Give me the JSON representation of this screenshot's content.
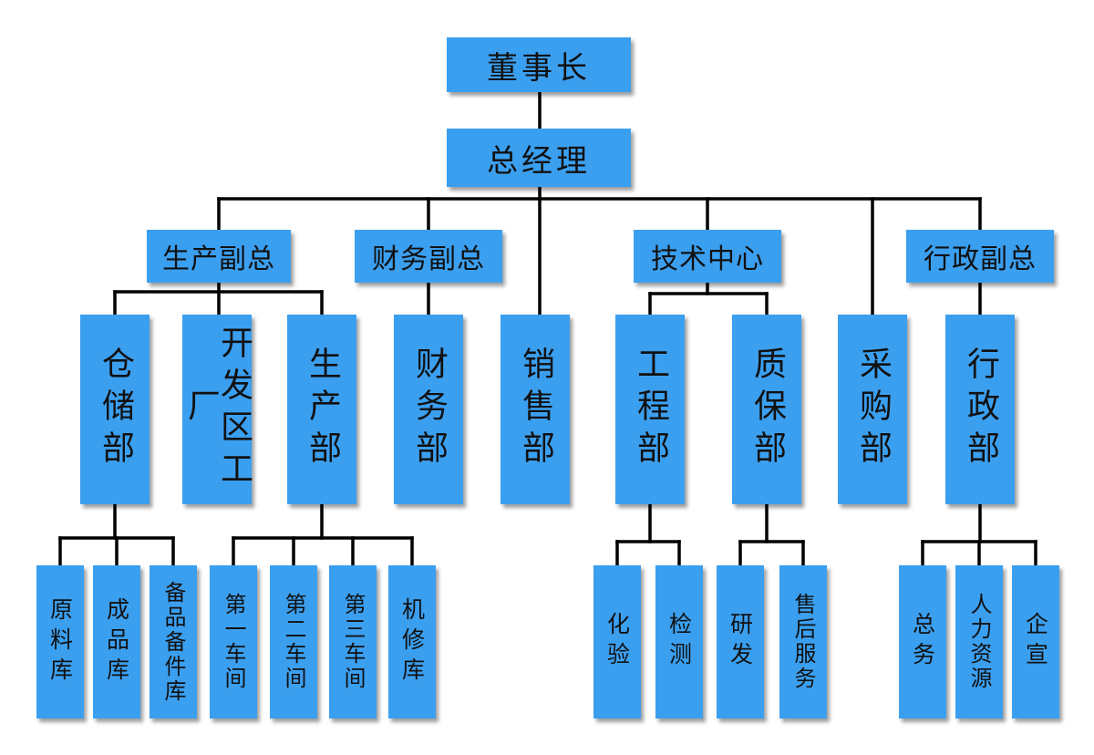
{
  "top": {
    "chairman": "董事长",
    "gm": "总经理"
  },
  "level2": [
    {
      "id": "production_vp",
      "label": "生产副总"
    },
    {
      "id": "finance_vp",
      "label": "财务副总"
    },
    {
      "id": "tech_center",
      "label": "技术中心"
    },
    {
      "id": "admin_vp",
      "label": "行政副总"
    }
  ],
  "departments": [
    {
      "id": "warehouse",
      "label": "仓储部"
    },
    {
      "id": "dev_zone_factory",
      "label": "开发区工厂"
    },
    {
      "id": "production",
      "label": "生产部"
    },
    {
      "id": "finance",
      "label": "财务部"
    },
    {
      "id": "sales",
      "label": "销售部"
    },
    {
      "id": "engineering",
      "label": "工程部"
    },
    {
      "id": "quality",
      "label": "质保部"
    },
    {
      "id": "purchasing",
      "label": "采购部"
    },
    {
      "id": "administration",
      "label": "行政部"
    }
  ],
  "sub_units": [
    {
      "id": "raw_materials",
      "label": "原料库"
    },
    {
      "id": "finished_goods",
      "label": "成品库"
    },
    {
      "id": "spare_parts",
      "label": "备品备件库"
    },
    {
      "id": "workshop_1",
      "label": "第一车间"
    },
    {
      "id": "workshop_2",
      "label": "第二车间"
    },
    {
      "id": "workshop_3",
      "label": "第三车间"
    },
    {
      "id": "machine_repair",
      "label": "机修库"
    },
    {
      "id": "lab",
      "label": "化验"
    },
    {
      "id": "inspection",
      "label": "检测"
    },
    {
      "id": "rnd",
      "label": "研发"
    },
    {
      "id": "after_sales",
      "label": "售后服务"
    },
    {
      "id": "general_affairs",
      "label": "总务"
    },
    {
      "id": "hr",
      "label": "人力资源"
    },
    {
      "id": "corp_promo",
      "label": "企宣"
    }
  ],
  "colors": {
    "box_fill": "#3b9ff0",
    "connector": "#000000",
    "text": "#111111"
  }
}
